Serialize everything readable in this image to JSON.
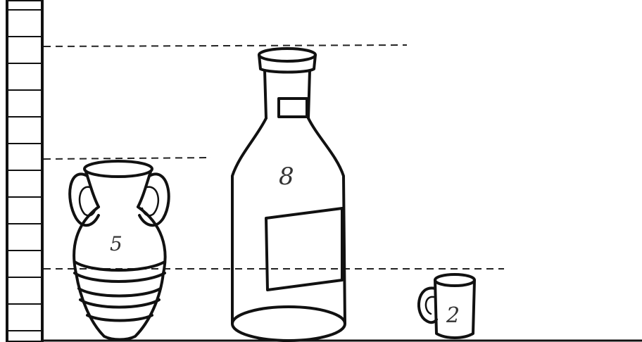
{
  "scene": {
    "colors": {
      "ink": "#111111",
      "paper": "#ffffff"
    },
    "ruler": {
      "icon": "measuring-scale-ruler"
    },
    "reference_lines": [
      {
        "name": "level-8"
      },
      {
        "name": "level-5"
      },
      {
        "name": "level-2"
      }
    ],
    "containers": [
      {
        "name": "vase",
        "label": "5"
      },
      {
        "name": "bottle",
        "label": "8"
      },
      {
        "name": "mug",
        "label": "2"
      }
    ]
  }
}
